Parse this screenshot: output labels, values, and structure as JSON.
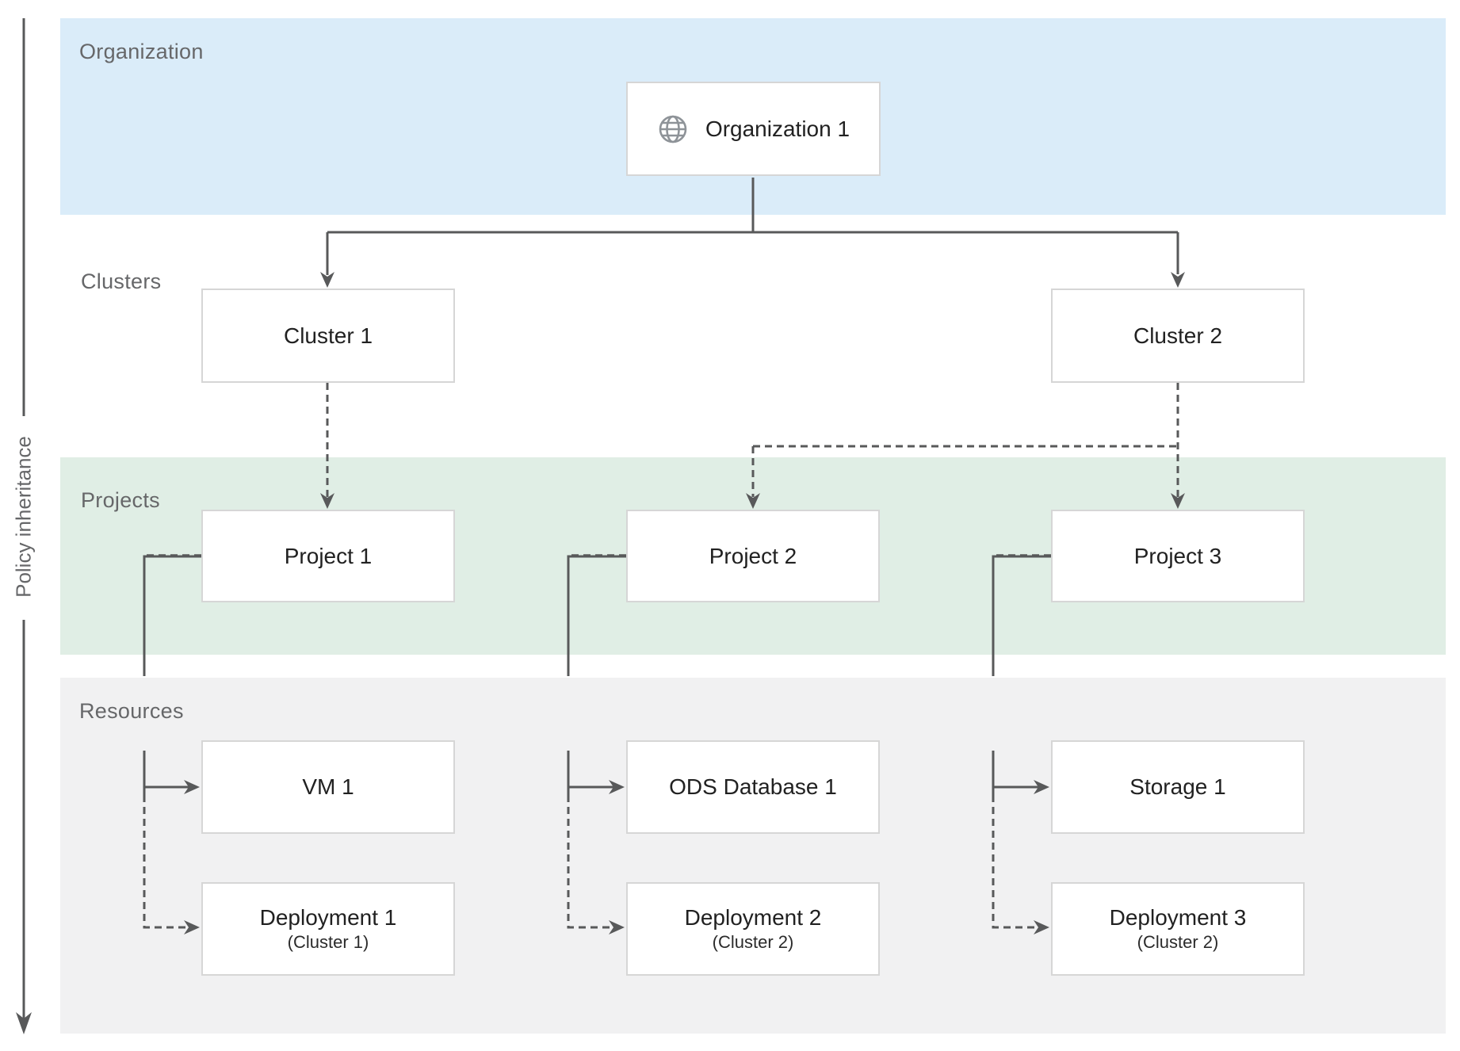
{
  "policy_arrow_label": "Policy inheritance",
  "sections": {
    "organization": {
      "label": "Organization"
    },
    "clusters": {
      "label": "Clusters"
    },
    "projects": {
      "label": "Projects"
    },
    "resources": {
      "label": "Resources"
    }
  },
  "nodes": {
    "organization1": {
      "label": "Organization 1",
      "icon": "globe-icon"
    },
    "cluster1": {
      "label": "Cluster 1"
    },
    "cluster2": {
      "label": "Cluster 2"
    },
    "project1": {
      "label": "Project 1"
    },
    "project2": {
      "label": "Project 2"
    },
    "project3": {
      "label": "Project 3"
    },
    "vm1": {
      "label": "VM 1"
    },
    "ods1": {
      "label": "ODS Database 1"
    },
    "storage1": {
      "label": "Storage 1"
    },
    "deployment1": {
      "label": "Deployment 1",
      "sublabel": "(Cluster 1)"
    },
    "deployment2": {
      "label": "Deployment 2",
      "sublabel": "(Cluster 2)"
    },
    "deployment3": {
      "label": "Deployment 3",
      "sublabel": "(Cluster 2)"
    }
  },
  "edges": [
    {
      "from": "Organization 1",
      "to": "Cluster 1",
      "style": "solid"
    },
    {
      "from": "Organization 1",
      "to": "Cluster 2",
      "style": "solid"
    },
    {
      "from": "Cluster 1",
      "to": "Project 1",
      "style": "dashed"
    },
    {
      "from": "Cluster 2",
      "to": "Project 2",
      "style": "dashed"
    },
    {
      "from": "Cluster 2",
      "to": "Project 3",
      "style": "dashed"
    },
    {
      "from": "Project 1",
      "to": "VM 1",
      "style": "solid"
    },
    {
      "from": "Project 1",
      "to": "Deployment 1",
      "style": "dashed"
    },
    {
      "from": "Project 2",
      "to": "ODS Database 1",
      "style": "solid"
    },
    {
      "from": "Project 2",
      "to": "Deployment 2",
      "style": "dashed"
    },
    {
      "from": "Project 3",
      "to": "Storage 1",
      "style": "solid"
    },
    {
      "from": "Project 3",
      "to": "Deployment 3",
      "style": "dashed"
    }
  ],
  "colors": {
    "organization_band": "#daecf9",
    "projects_band": "#e0eee5",
    "resources_band": "#f1f1f2",
    "connector": "#58595a",
    "box_border": "#d6d6d6",
    "box_text": "#212121",
    "section_label_text": "#666769",
    "globe_icon": "#8e9398"
  }
}
